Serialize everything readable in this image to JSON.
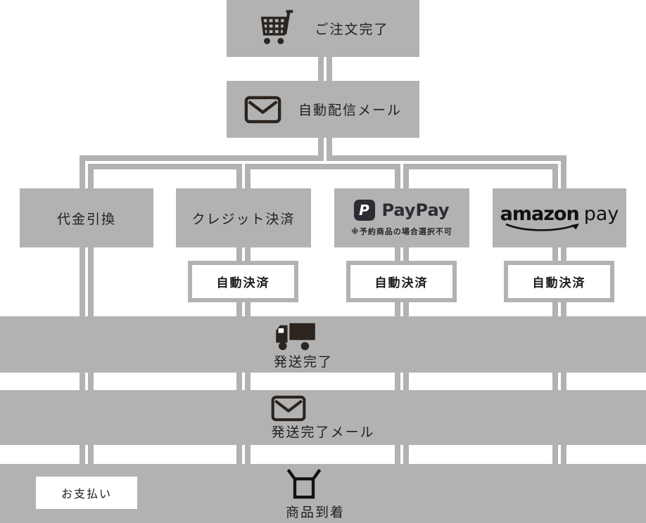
{
  "colors": {
    "box_gray": "#b2b2b2",
    "line_gray": "#b2b2b2",
    "icon_dark": "#2b241f",
    "text_dark": "#1f1f1f",
    "brand_black": "#111111",
    "paypay_dark": "#2b2d33",
    "white": "#ffffff"
  },
  "flow": {
    "order_complete": {
      "label": "ご注文完了",
      "icon": "cart-icon"
    },
    "auto_mail": {
      "label": "自動配信メール",
      "icon": "mail-icon"
    },
    "payments": {
      "cod": {
        "label": "代金引換"
      },
      "credit": {
        "label": "クレジット決済"
      },
      "paypay": {
        "logo_letter": "P",
        "brand": "PayPay",
        "note": "※予約商品の場合選択不可"
      },
      "amazon": {
        "brand_bold": "amazon",
        "brand_light": "pay"
      }
    },
    "auto_settlement": {
      "label": "自動決済"
    },
    "shipping_complete": {
      "label": "発送完了",
      "icon": "truck-icon"
    },
    "shipping_mail": {
      "label": "発送完了メール",
      "icon": "mail-icon"
    },
    "payment_due": {
      "label": "お支払い"
    },
    "arrival": {
      "label": "商品到着",
      "icon": "open-box-icon"
    }
  }
}
